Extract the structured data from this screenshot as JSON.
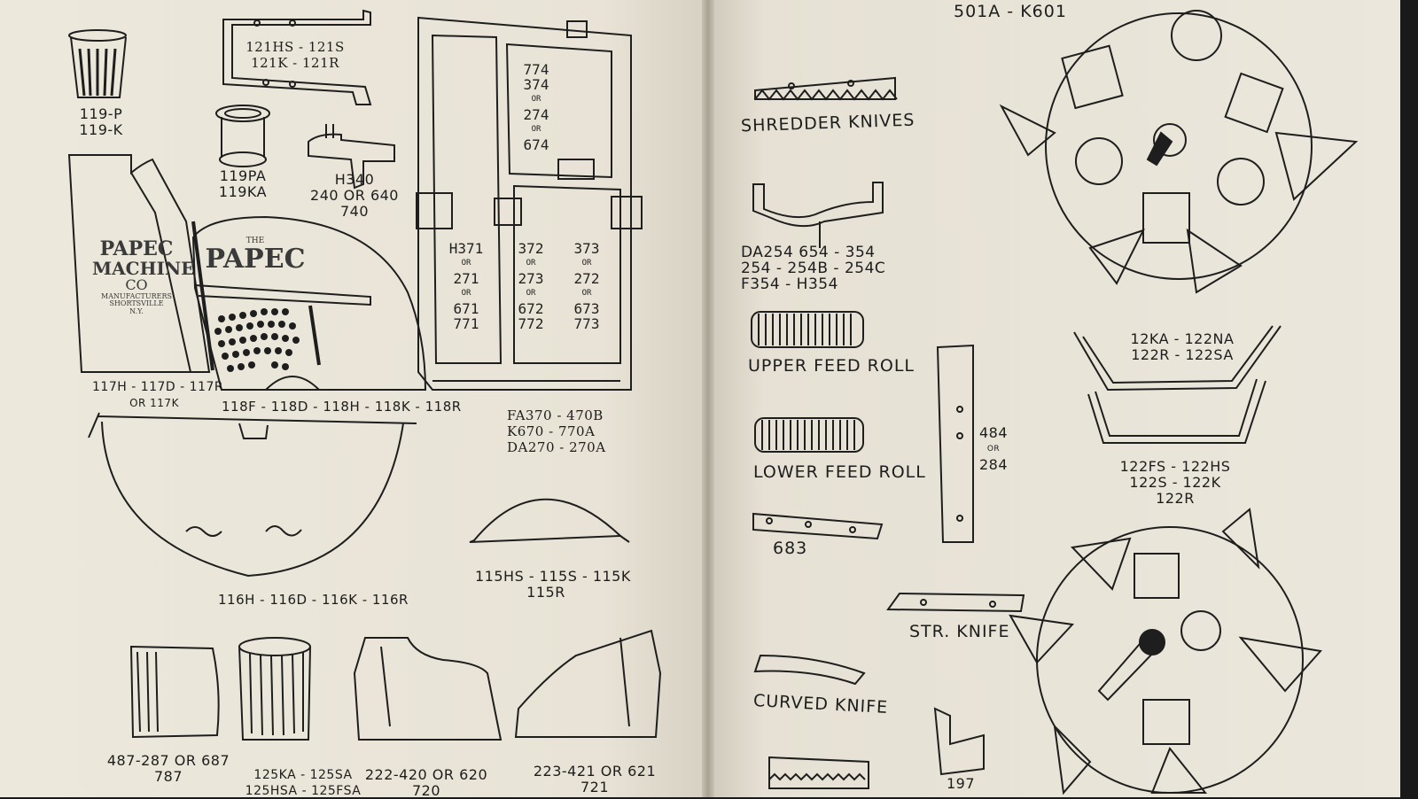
{
  "left_page": {
    "parts": [
      {
        "id": "p119",
        "lines": [
          "119-P",
          "119-K"
        ]
      },
      {
        "id": "p121",
        "lines": [
          "121HS - 121S",
          "121K - 121R"
        ]
      },
      {
        "id": "p119pa",
        "lines": [
          "119PA",
          "119KA"
        ]
      },
      {
        "id": "ph340",
        "lines": [
          "H340",
          "240 OR 640",
          "740"
        ]
      },
      {
        "id": "p117",
        "lines": [
          "117H - 117D - 117R",
          "OR 117K"
        ]
      },
      {
        "id": "p118",
        "lines": [
          "118F - 118D - 118H - 118K - 118R"
        ]
      },
      {
        "id": "pfa370",
        "lines": [
          "FA370 - 470B",
          "K670 - 770A",
          "DA270 - 270A"
        ]
      },
      {
        "id": "p116",
        "lines": [
          "116H - 116D - 116K - 116R"
        ]
      },
      {
        "id": "p115",
        "lines": [
          "115HS - 115S - 115K",
          "115R"
        ]
      },
      {
        "id": "p487",
        "lines": [
          "487-287 OR 687",
          "787"
        ]
      },
      {
        "id": "p125",
        "lines": [
          "125KA - 125SA",
          "125HSA - 125FSA"
        ]
      },
      {
        "id": "p222",
        "lines": [
          "222-420 OR 620",
          "720"
        ]
      },
      {
        "id": "p223",
        "lines": [
          "223-421 OR 621",
          "721"
        ]
      }
    ],
    "frame_numbers": {
      "top": [
        "774",
        "374",
        "OR",
        "274",
        "OR",
        "674"
      ],
      "col1": [
        "H371",
        "OR",
        "271",
        "OR",
        "671",
        "771"
      ],
      "col2": [
        "372",
        "OR",
        "273",
        "OR",
        "672",
        "772"
      ],
      "col3": [
        "373",
        "OR",
        "272",
        "OR",
        "673",
        "773"
      ]
    },
    "hopper_stamp": [
      "PAPEC",
      "MACHINE",
      "CO",
      "MANUFACTURERS",
      "SHORTSVILLE",
      "N.Y."
    ],
    "wheel_stamp": [
      "THE",
      "PAPEC"
    ]
  },
  "right_page": {
    "parts": [
      {
        "id": "p501",
        "lines": [
          "501A - K601"
        ]
      },
      {
        "id": "shredder",
        "lines": [
          "SHREDDER KNIVES"
        ]
      },
      {
        "id": "da254",
        "lines": [
          "DA254  654 - 354",
          "254 - 254B - 254C",
          "F354 - H354"
        ]
      },
      {
        "id": "upper",
        "lines": [
          "UPPER FEED ROLL"
        ]
      },
      {
        "id": "lower",
        "lines": [
          "LOWER FEED ROLL"
        ]
      },
      {
        "id": "p484",
        "lines": [
          "484",
          "OR",
          "284"
        ]
      },
      {
        "id": "p12ka",
        "lines": [
          "12KA - 122NA",
          "122R - 122SA"
        ]
      },
      {
        "id": "p122fs",
        "lines": [
          "122FS - 122HS",
          "122S - 122K",
          "122R"
        ]
      },
      {
        "id": "p683",
        "lines": [
          "683"
        ]
      },
      {
        "id": "strknife",
        "lines": [
          "STR. KNIFE"
        ]
      },
      {
        "id": "curved",
        "lines": [
          "CURVED KNIFE"
        ]
      },
      {
        "id": "p197",
        "lines": [
          "197"
        ]
      }
    ]
  }
}
